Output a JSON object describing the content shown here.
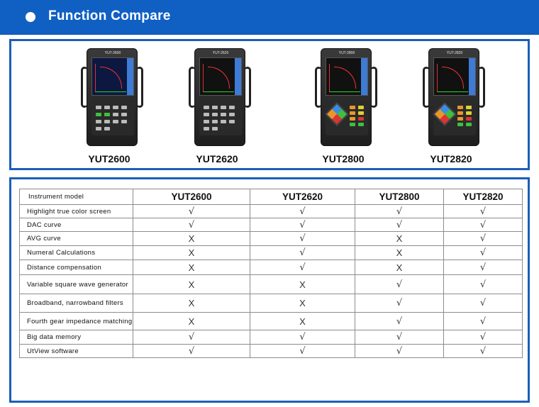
{
  "header": {
    "title": "Function Compare"
  },
  "products": [
    {
      "label": "YUT2600",
      "brand": "YUT-2600",
      "keypad": "gray"
    },
    {
      "label": "YUT2620",
      "brand": "YUT-2620",
      "keypad": "gray"
    },
    {
      "label": "YUT2800",
      "brand": "YUT-2800",
      "keypad": "color"
    },
    {
      "label": "YUT2820",
      "brand": "YUT-2820",
      "keypad": "color"
    }
  ],
  "table": {
    "header_label": "Instrument model",
    "models": [
      "YUT2600",
      "YUT2620",
      "YUT2800",
      "YUT2820"
    ],
    "rows": [
      {
        "feature": "Highlight true color screen",
        "values": [
          "√",
          "√",
          "√",
          "√"
        ]
      },
      {
        "feature": "DAC curve",
        "values": [
          "√",
          "√",
          "√",
          "√"
        ]
      },
      {
        "feature": "AVG curve",
        "values": [
          "X",
          "√",
          "X",
          "√"
        ]
      },
      {
        "feature": "Numeral Calculations",
        "values": [
          "X",
          "√",
          "X",
          "√"
        ]
      },
      {
        "feature": "Distance compensation",
        "values": [
          "X",
          "√",
          "X",
          "√"
        ]
      },
      {
        "feature": "Variable square wave generator",
        "values": [
          "X",
          "X",
          "√",
          "√"
        ]
      },
      {
        "feature": "Broadband, narrowband filters",
        "values": [
          "X",
          "X",
          "√",
          "√"
        ]
      },
      {
        "feature": "Fourth gear impedance matching",
        "values": [
          "X",
          "X",
          "√",
          "√"
        ]
      },
      {
        "feature": "Big data memory",
        "values": [
          "√",
          "√",
          "√",
          "√"
        ]
      },
      {
        "feature": "UtView software",
        "values": [
          "√",
          "√",
          "√",
          "√"
        ]
      }
    ]
  },
  "colors": {
    "header_bg": "#1060c4",
    "panel_border": "#1a5fb8"
  }
}
